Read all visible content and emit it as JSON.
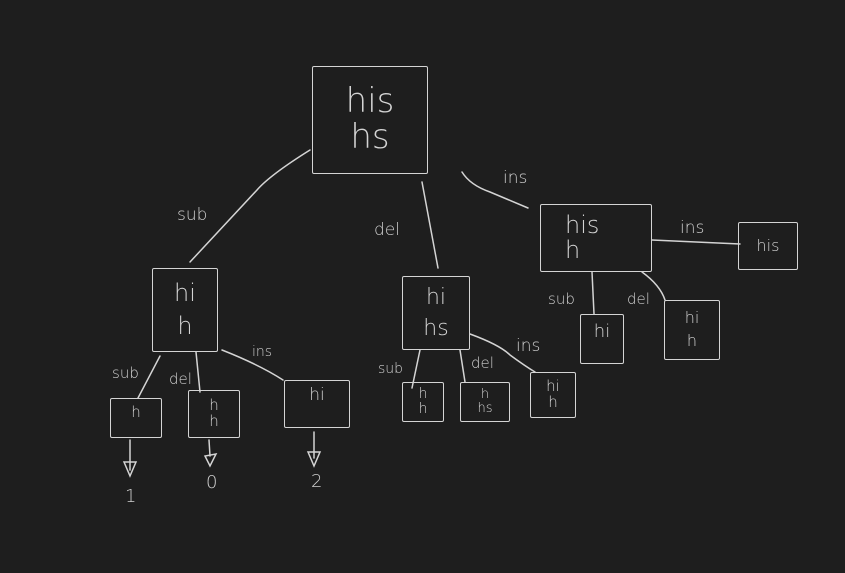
{
  "diagram": {
    "title": "",
    "background": "#1e1e1e",
    "stroke": "#d4d4d4",
    "nodes": {
      "root": {
        "line1": "his",
        "line2": "hs"
      },
      "sub": {
        "line1": "hi",
        "line2": "h"
      },
      "del": {
        "line1": "hi",
        "line2": "hs"
      },
      "ins": {
        "line1": "his",
        "line2": "h"
      },
      "ins_ins": {
        "line1": "his",
        "line2": ""
      },
      "ins_sub": {
        "line1": "hi",
        "line2": ""
      },
      "ins_del": {
        "line1": "hi",
        "line2": "h"
      },
      "sub_sub": {
        "line1": "h",
        "line2": ""
      },
      "sub_del": {
        "line1": "h",
        "line2": "h"
      },
      "sub_ins": {
        "line1": "hi",
        "line2": ""
      },
      "del_sub": {
        "line1": "h",
        "line2": "h"
      },
      "del_del": {
        "line1": "h",
        "line2": "hs"
      },
      "del_ins": {
        "line1": "hi",
        "line2": "h"
      }
    },
    "edge_labels": {
      "root_sub": "sub",
      "root_del": "del",
      "root_ins": "ins",
      "ins_ins": "ins",
      "ins_sub": "sub",
      "ins_del": "del",
      "sub_sub": "sub",
      "sub_del": "del",
      "sub_ins": "ins",
      "del_sub": "sub",
      "del_del": "del",
      "del_ins": "ins"
    },
    "results": {
      "sub_sub": "1",
      "sub_del": "0",
      "sub_ins": "2"
    }
  }
}
